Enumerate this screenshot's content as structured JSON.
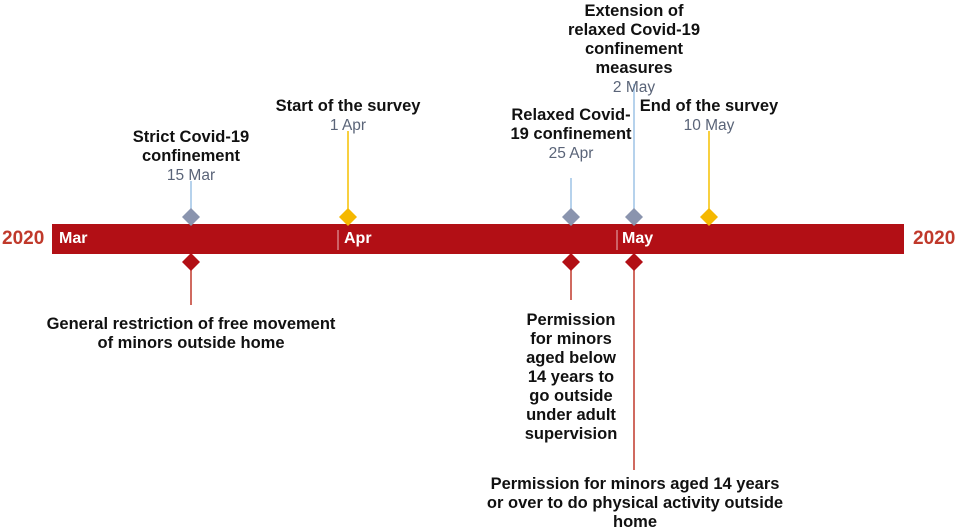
{
  "colors": {
    "bar": "#b20f15",
    "year": "#c0392b",
    "diamond_gray": "#8a94ae",
    "diamond_yellow": "#f5b800",
    "line_blue": "#9dc3e6",
    "line_yellow": "#f5c000",
    "line_red": "#c0392b",
    "date_text": "#5a6478"
  },
  "timeline": {
    "year_left": "2020",
    "year_right": "2020",
    "months": [
      "Mar",
      "Apr",
      "May"
    ]
  },
  "events_above": [
    {
      "title": "Strict Covid-19 confinement",
      "date": "15 Mar",
      "marker": "gray"
    },
    {
      "title": "Start of the survey",
      "date": "1 Apr",
      "marker": "yellow"
    },
    {
      "title": "Relaxed Covid-19 confinement",
      "date": "25 Apr",
      "marker": "gray"
    },
    {
      "title": "Extension of relaxed Covid-19 confinement measures",
      "date": "2 May",
      "marker": "gray"
    },
    {
      "title": "End of the survey",
      "date": "10 May",
      "marker": "yellow"
    }
  ],
  "events_below": [
    {
      "text": "General restriction of free movement of minors outside home"
    },
    {
      "text": "Permission for minors aged below 14 years to go outside under adult supervision"
    },
    {
      "text": "Permission for minors aged 14 years or over to do physical activity outside home"
    }
  ]
}
